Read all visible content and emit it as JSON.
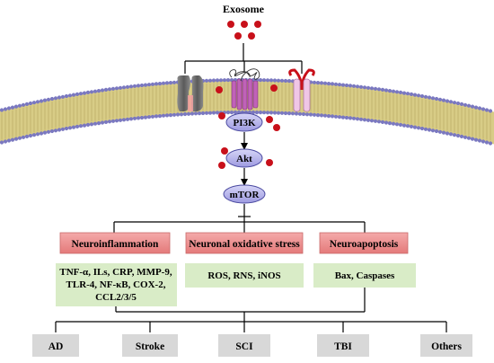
{
  "title": "Exosome",
  "pathway": [
    "PI3K",
    "Akt",
    "mTOR"
  ],
  "effects": [
    {
      "label": "Neuroinflammation",
      "markers": [
        "TNF-α, ILs, CRP, MMP-9,",
        "TLR-4, NF-κB, COX-2,",
        "CCL2/3/5"
      ]
    },
    {
      "label": "Neuronal oxidative stress",
      "markers": [
        "ROS, RNS, iNOS"
      ]
    },
    {
      "label": "Neuroapoptosis",
      "markers": [
        "Bax, Caspases"
      ]
    }
  ],
  "diseases": [
    "AD",
    "Stroke",
    "SCI",
    "TBI",
    "Others"
  ],
  "colors": {
    "exosome": "#c8101a",
    "node_fill": "#b8b6ee",
    "node_stroke": "#4b4aa0",
    "effect_fill": "#ee8f8f",
    "marker_fill": "#d9ecc7",
    "disease_fill": "#d8d8d8",
    "membrane_head": "#7a78c0",
    "membrane_tail": "#d8cc86"
  }
}
